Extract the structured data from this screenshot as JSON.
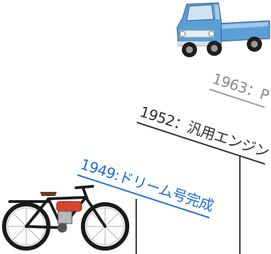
{
  "timeline": {
    "milestones": [
      {
        "id": "1949",
        "label": "1949:ドリーム号完成"
      },
      {
        "id": "1952",
        "label": "1952：汎用エンジン"
      },
      {
        "id": "1963",
        "label": "1963：P"
      }
    ]
  },
  "images": {
    "truck": {
      "name": "blue-pickup-truck",
      "body_color": "#5b9fd6"
    },
    "bike": {
      "name": "motorized-bicycle",
      "engine_color": "#d9442b"
    }
  }
}
